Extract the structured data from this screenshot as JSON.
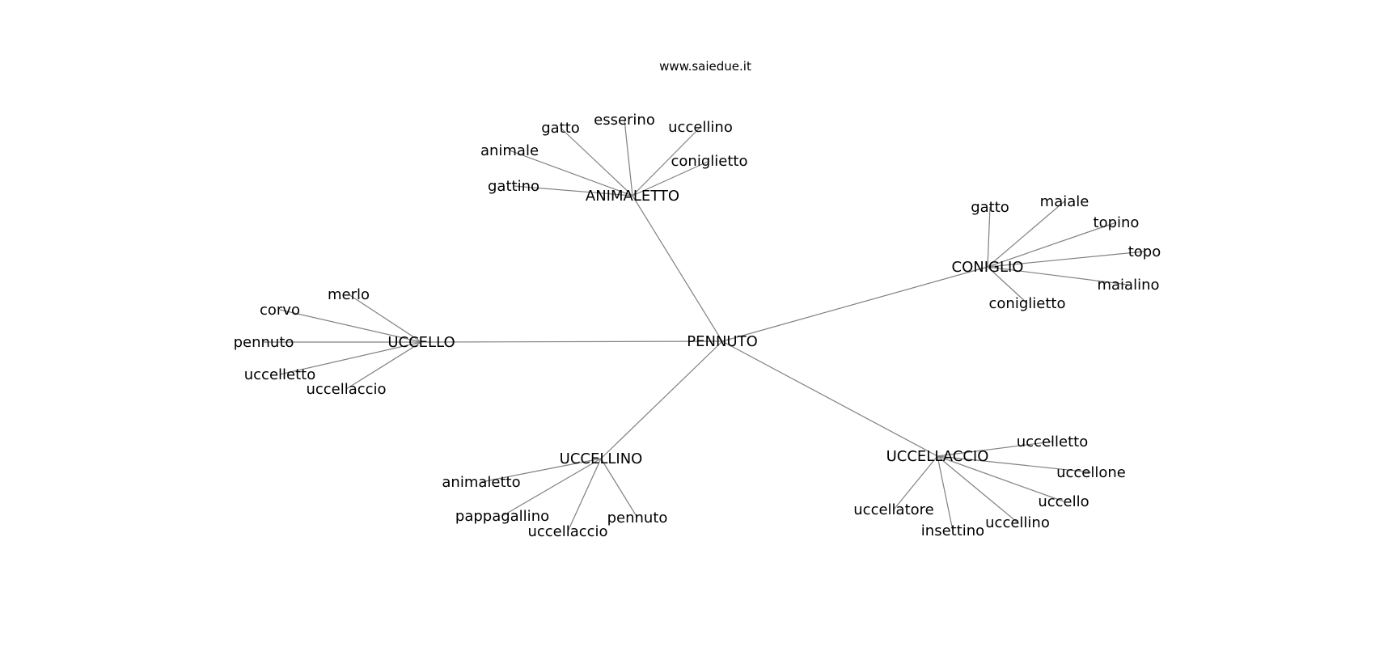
{
  "watermark": "www.saiedue.it",
  "colors": {
    "edge": "#808080",
    "text": "#000000",
    "background": "#ffffff"
  },
  "graph": {
    "center": "PENNUTO",
    "hubs": [
      {
        "label": "ANIMALETTO",
        "leaves": [
          "gatto",
          "esserino",
          "uccellino",
          "animale",
          "coniglietto",
          "gattino"
        ]
      },
      {
        "label": "CONIGLIO",
        "leaves": [
          "gatto",
          "maiale",
          "topino",
          "topo",
          "maialino",
          "coniglietto"
        ]
      },
      {
        "label": "UCCELLO",
        "leaves": [
          "merlo",
          "corvo",
          "pennuto",
          "uccelletto",
          "uccellaccio"
        ]
      },
      {
        "label": "UCCELLINO",
        "leaves": [
          "animaletto",
          "pappagallino",
          "uccellaccio",
          "pennuto"
        ]
      },
      {
        "label": "UCCELLACCIO",
        "leaves": [
          "uccelletto",
          "uccellone",
          "uccello",
          "uccellino",
          "insettino",
          "uccellatore"
        ]
      }
    ]
  }
}
